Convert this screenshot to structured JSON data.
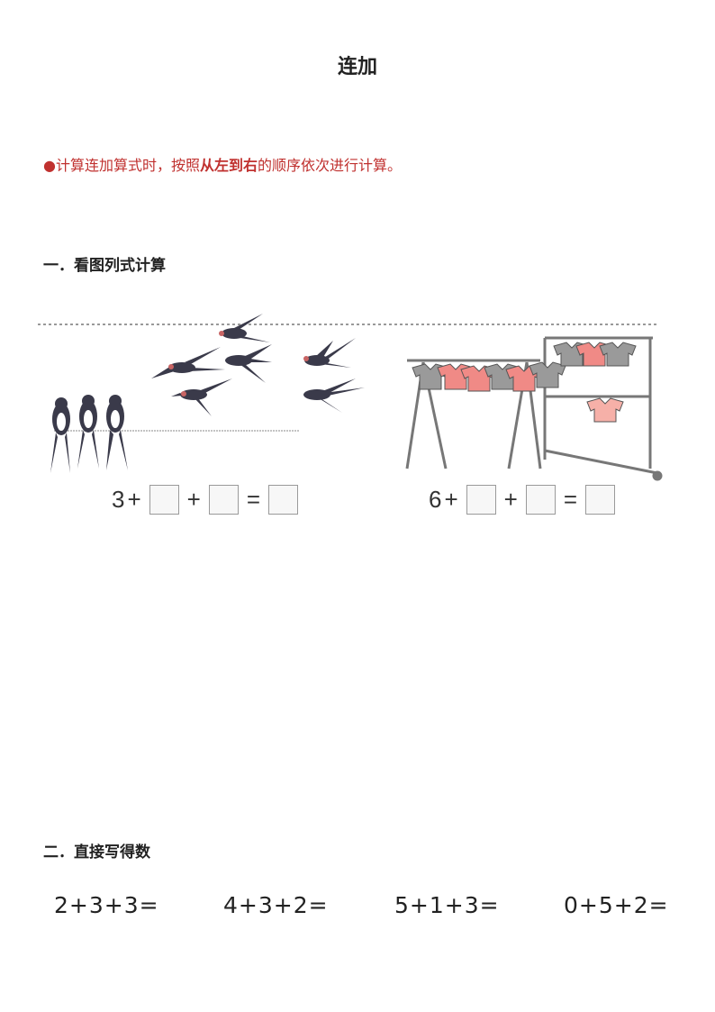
{
  "title": "连加",
  "tip": {
    "bullet": "●",
    "before": "计算连加算式时，按照",
    "highlight": "从左到右",
    "after": "的顺序依次进行计算。"
  },
  "section1": {
    "heading": "一．看图列式计算",
    "eq1": {
      "start": "3",
      "plus1": "+",
      "plus2": "+",
      "equals": "="
    },
    "eq2": {
      "start": "6",
      "plus1": "+",
      "plus2": "+",
      "equals": "="
    }
  },
  "section2": {
    "heading": "二．直接写得数",
    "problems": [
      "2+3+3=",
      "4+3+2=",
      "5+1+3=",
      "0+5+2="
    ]
  },
  "colors": {
    "accent_red": "#c0312f",
    "text": "#222222",
    "bird": "#3a3a4a",
    "shirt_pink": "#f08a86"
  }
}
